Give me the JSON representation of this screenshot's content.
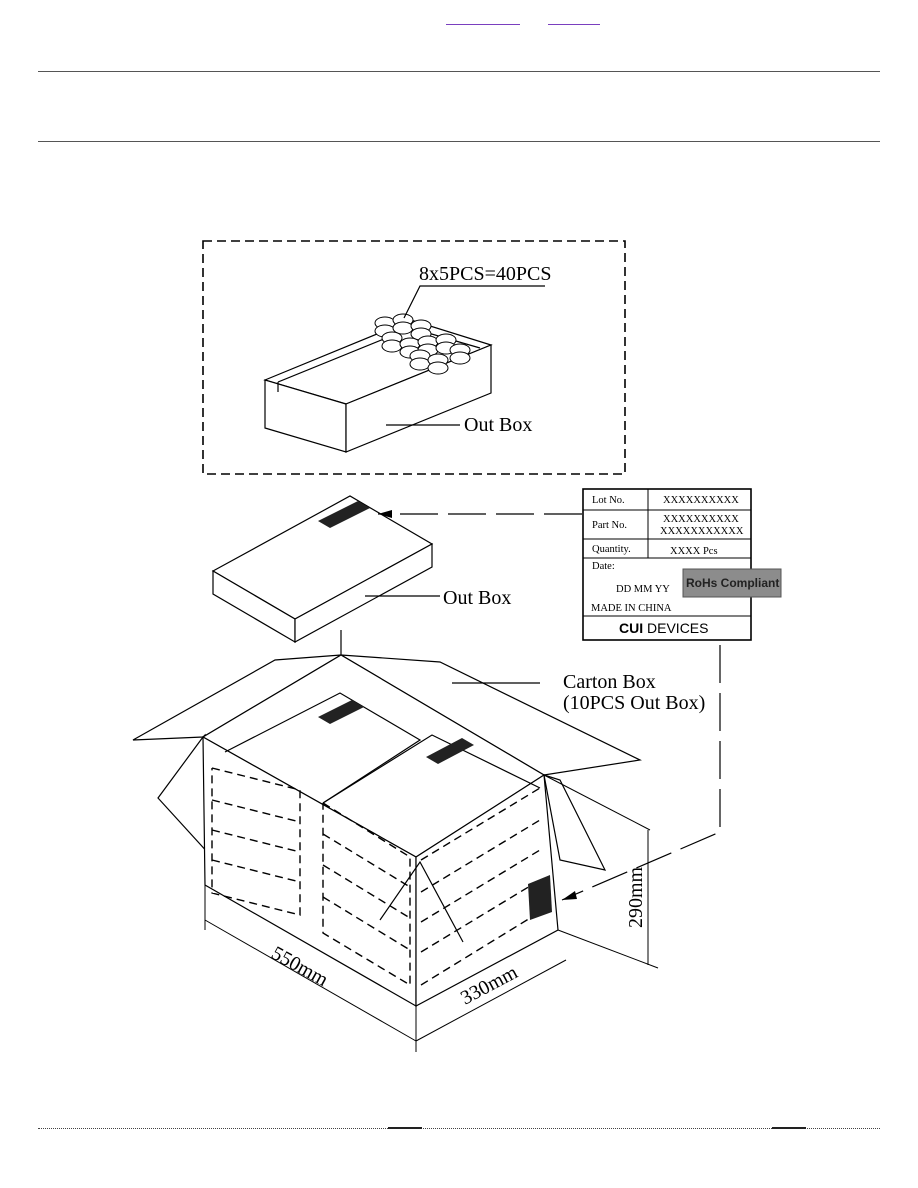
{
  "header": {
    "links": [
      "",
      ""
    ]
  },
  "diagram": {
    "inset": {
      "quantity_label": "8x5PCS=40PCS",
      "box_label": "Out Box"
    },
    "out_box_label": "Out Box",
    "carton_label_line1": "Carton Box",
    "carton_label_line2": "(10PCS Out Box)",
    "dimensions": {
      "length": "550mm",
      "width": "330mm",
      "height": "290mm"
    },
    "label_card": {
      "lot_key": "Lot No.",
      "lot_val": "XXXXXXXXXX",
      "part_key": "Part No.",
      "part_val1": "XXXXXXXXXX",
      "part_val2": "XXXXXXXXXXX",
      "qty_key": "Quantity.",
      "qty_val": "XXXX   Pcs",
      "date_key": "Date:",
      "date_val": "DD  MM  YY",
      "rohs": "RoHs Compliant",
      "origin": "MADE IN CHINA",
      "brand_bold": "CUI",
      "brand_rest": " DEVICES"
    }
  },
  "colors": {
    "link": "#7a3fbf",
    "rohs_fill": "#8c8c8c",
    "line": "#000000"
  }
}
